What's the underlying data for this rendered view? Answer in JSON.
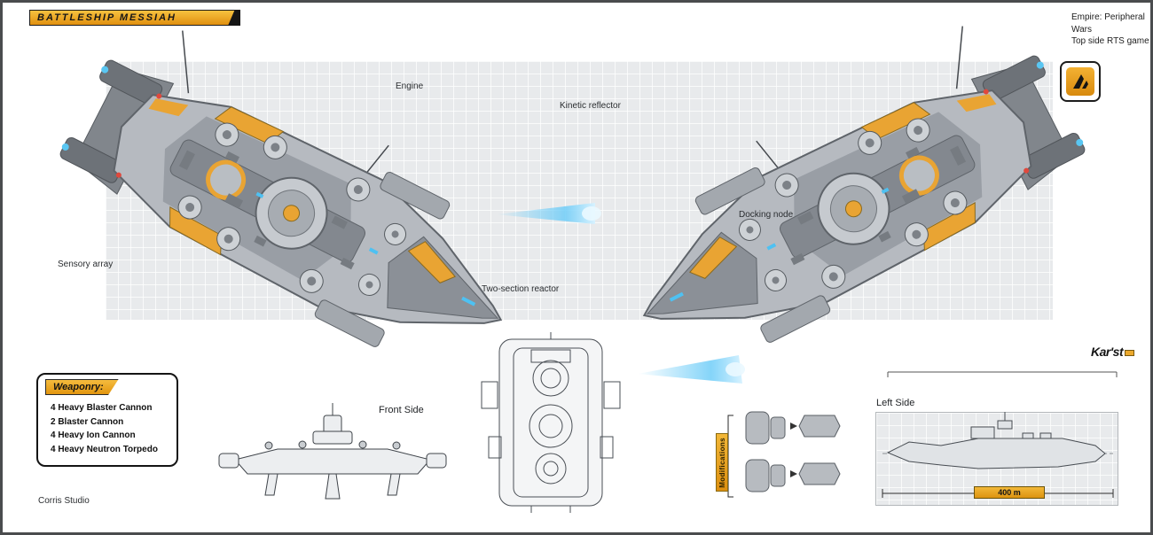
{
  "header": {
    "title": "BATTLESHIP MESSIAH"
  },
  "top_right": {
    "line1": "Empire: Peripheral Wars",
    "line2": "Top side RTS game"
  },
  "callouts": {
    "engine": "Engine",
    "kinetic_reflector": "Kinetic reflector",
    "docking_node": "Docking node",
    "sensory_array": "Sensory array",
    "two_section_reactor": "Two-section reactor"
  },
  "views": {
    "front_side": "Front Side",
    "left_side": "Left Side"
  },
  "weaponry": {
    "title": "Weaponry:",
    "items": [
      "4 Heavy Blaster Cannon",
      "2 Blaster Cannon",
      "4 Heavy Ion Cannon",
      "4 Heavy Neutron Torpedo"
    ]
  },
  "modifications_label": "Modifications",
  "scale_bar": "400 m",
  "credits": {
    "studio": "Corris Studio",
    "artist": "Kar'st"
  },
  "colors": {
    "accent_orange": "#eca92d",
    "panel_gray": "#e8eaec",
    "hull_gray": "#b6bac0",
    "engine_glow_blue": "#6fcdf8"
  },
  "icons": {
    "studio_logo": "claw-mark"
  }
}
